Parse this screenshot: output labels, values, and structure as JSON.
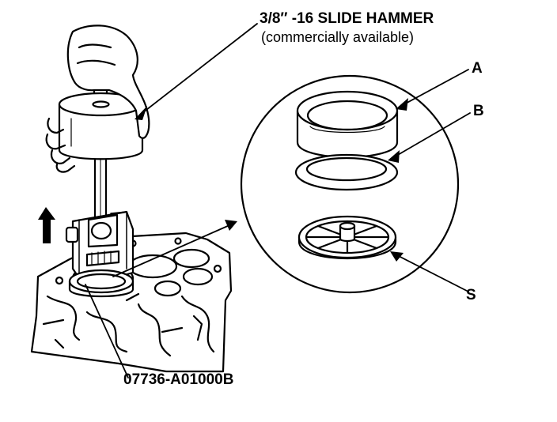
{
  "callouts": {
    "tool_name": "3/8″ -16 SLIDE HAMMER",
    "tool_note": "(commercially available)",
    "part_a": "A",
    "part_b": "B",
    "part_s": "S",
    "part_number": "07736-A01000B"
  },
  "colors": {
    "ink": "#000000",
    "paper": "#ffffff"
  },
  "icons": {
    "direction": "up-arrow-icon"
  }
}
